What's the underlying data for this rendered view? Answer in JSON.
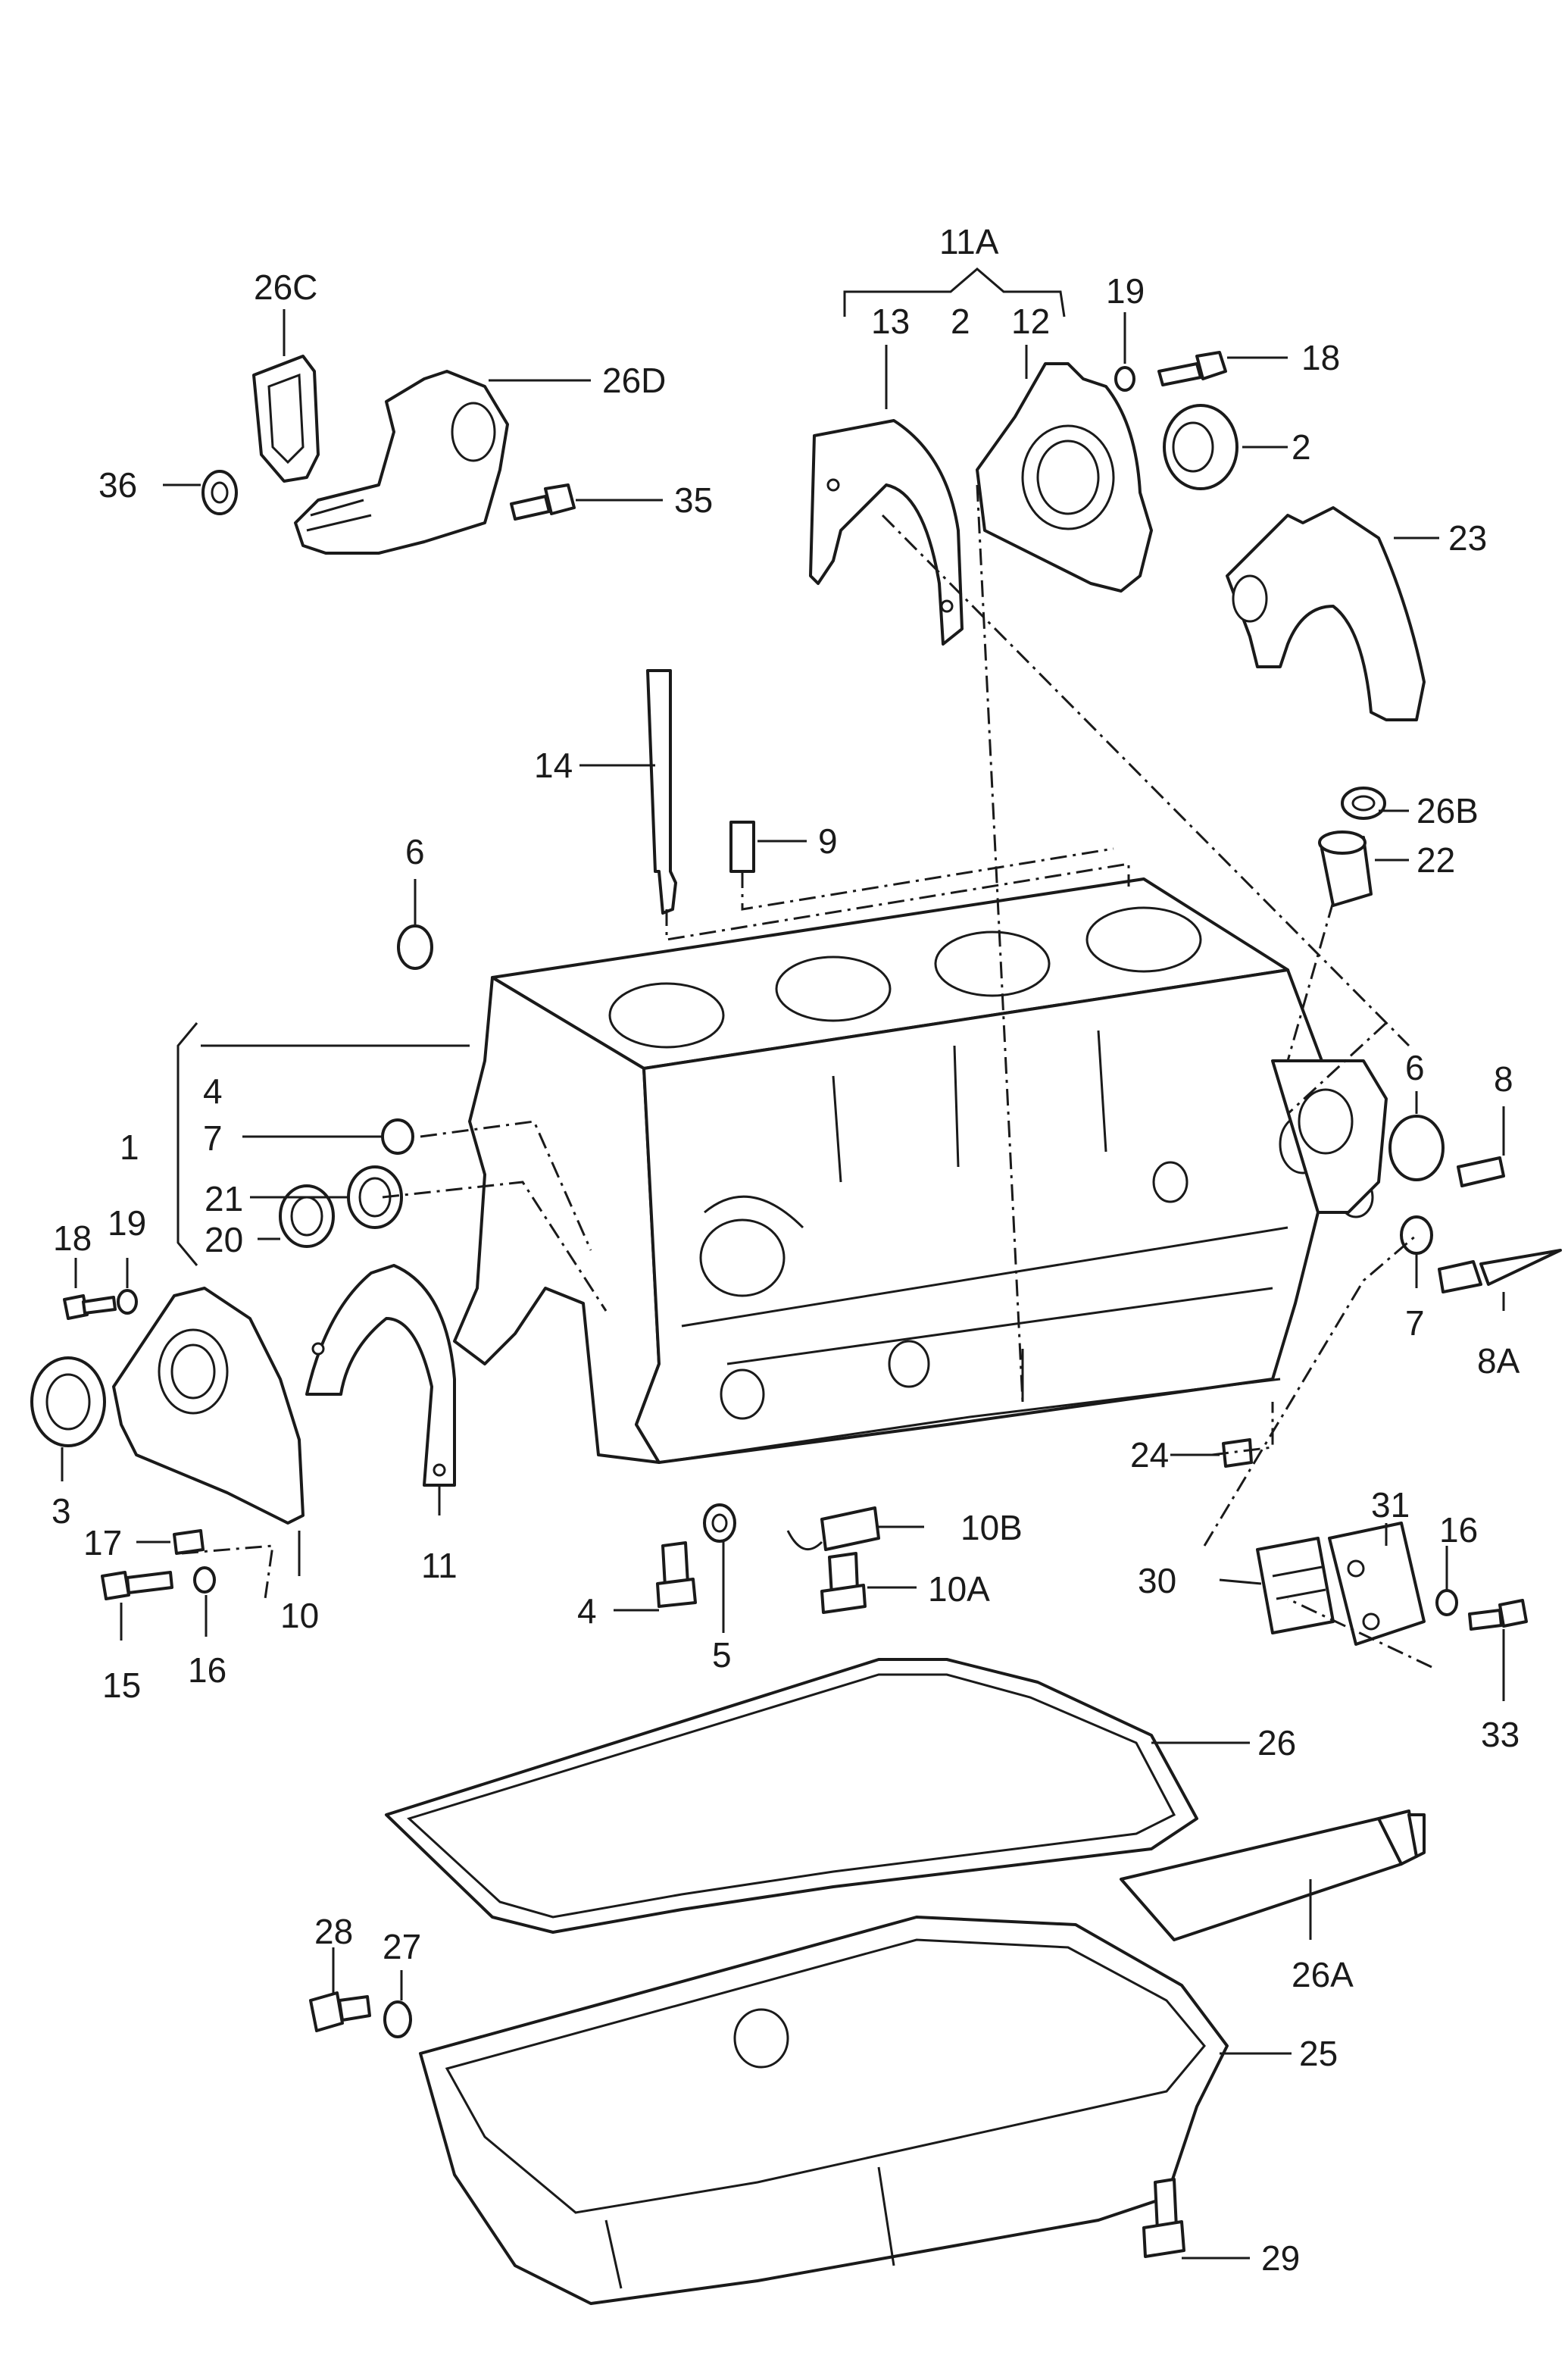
{
  "callouts": {
    "c11A": "11A",
    "c13": "13",
    "c2top": "2",
    "c12": "12",
    "c19top": "19",
    "c18top": "18",
    "c2right": "2",
    "c23": "23",
    "c26C": "26C",
    "c26D": "26D",
    "c36": "36",
    "c35": "35",
    "c14": "14",
    "c9": "9",
    "c6top": "6",
    "c26B": "26B",
    "c22": "22",
    "c4": "4",
    "c1": "1",
    "c7left": "7",
    "c21": "21",
    "c20": "20",
    "c18left": "18",
    "c19left": "19",
    "c3": "3",
    "c17": "17",
    "c15": "15",
    "c16left": "16",
    "c10": "10",
    "c11": "11",
    "c6right": "6",
    "c8": "8",
    "c7right": "7",
    "c8A": "8A",
    "c24": "24",
    "c10B": "10B",
    "c10A": "10A",
    "c4bottom": "4",
    "c5": "5",
    "c30": "30",
    "c31": "31",
    "c16right": "16",
    "c33": "33",
    "c26": "26",
    "c26A": "26A",
    "c28": "28",
    "c27": "27",
    "c25": "25",
    "c29": "29"
  }
}
